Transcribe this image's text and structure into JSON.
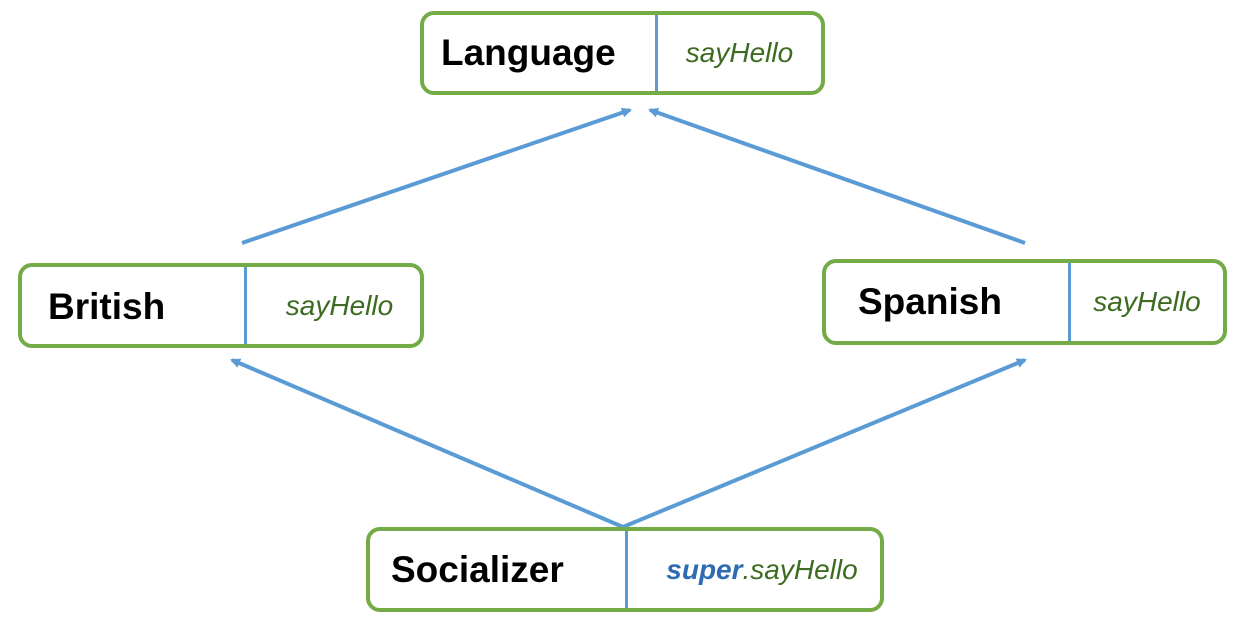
{
  "colors": {
    "box_border": "#73ab47",
    "divider": "#5b9bd5",
    "arrow": "#5b9bd5",
    "method_text": "#3d6b21",
    "keyword_text": "#2e6bb3",
    "name_text": "#000000"
  },
  "nodes": {
    "language": {
      "name": "Language",
      "method": "sayHello"
    },
    "british": {
      "name": "British",
      "method": "sayHello"
    },
    "spanish": {
      "name": "Spanish",
      "method": "sayHello"
    },
    "socializer": {
      "name": "Socializer",
      "method_keyword": "super",
      "method_rest": ".sayHello"
    }
  },
  "edges": [
    {
      "from": "british",
      "to": "language"
    },
    {
      "from": "spanish",
      "to": "language"
    },
    {
      "from": "socializer",
      "to": "british"
    },
    {
      "from": "socializer",
      "to": "spanish"
    }
  ]
}
